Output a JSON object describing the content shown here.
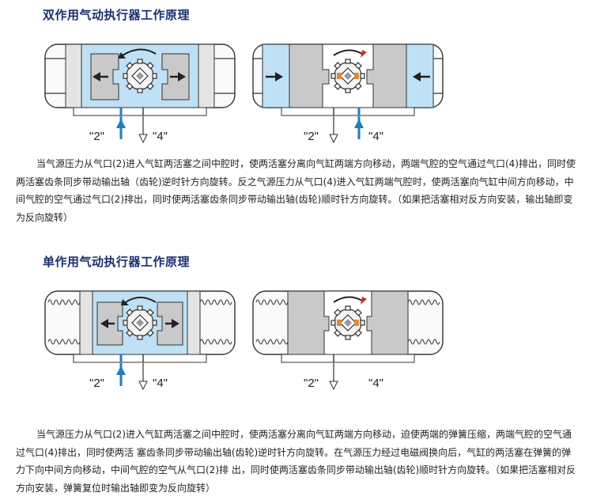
{
  "sections": [
    {
      "title": "双作用气动执行器工作原理",
      "diagrams": [
        {
          "port_a": "\"2\"",
          "port_b": "\"4\""
        },
        {
          "port_a": "\"2\"",
          "port_b": "\"4\""
        }
      ],
      "paragraph": "当气源压力从气口(2)进入气缸两活塞之间中腔时，使两活塞分离向气缸两端方向移动，两端气腔的空气通过气口(4)排出，同时使两活塞齿条同步带动输出轴（齿轮)逆时针方向旋转。反之气源压力从气口(4)进入气缸两端气腔时，使两活塞向气缸中间方向移动，中间气腔的空气通过气口(2)排出，同时使两活塞齿条同步带动输出轴(齿轮)顺时针方向旋转。（如果把活塞相对反方向安装，输出轴即变为反向旋转）"
    },
    {
      "title": "单作用气动执行器工作原理",
      "diagrams": [
        {
          "port_a": "\"2\"",
          "port_b": "\"4\""
        },
        {
          "port_a": "\"2\"",
          "port_b": "\"4\""
        }
      ],
      "paragraph": "当气源压力从气口(2)进入气缸两活塞之间中腔时，使两活塞分离向气缸两端方向移动，迫使两端的弹簧压缩，两端气腔的空气通过气口(4)排出，同时使两活 塞齿条同步带动输出轴(齿轮)逆时针方向旋转。在气源压力经过电磁阀换向后，气缸的两活塞在弹簧的弹力下向中间方向移动，中间气腔的空气从气口(2)排 出，同时使两活塞齿条同步带动输出轴(齿轮)顺时针方向旋转。（如果把活塞相对反方向安装，弹簧复位时输出轴即变为反向旋转）"
    }
  ],
  "colors": {
    "title": "#1a2f6e",
    "air": "#bfe0f5",
    "metal": "#d8d8d8",
    "arrow_blue": "#1f7fc0",
    "outline": "#333333"
  }
}
